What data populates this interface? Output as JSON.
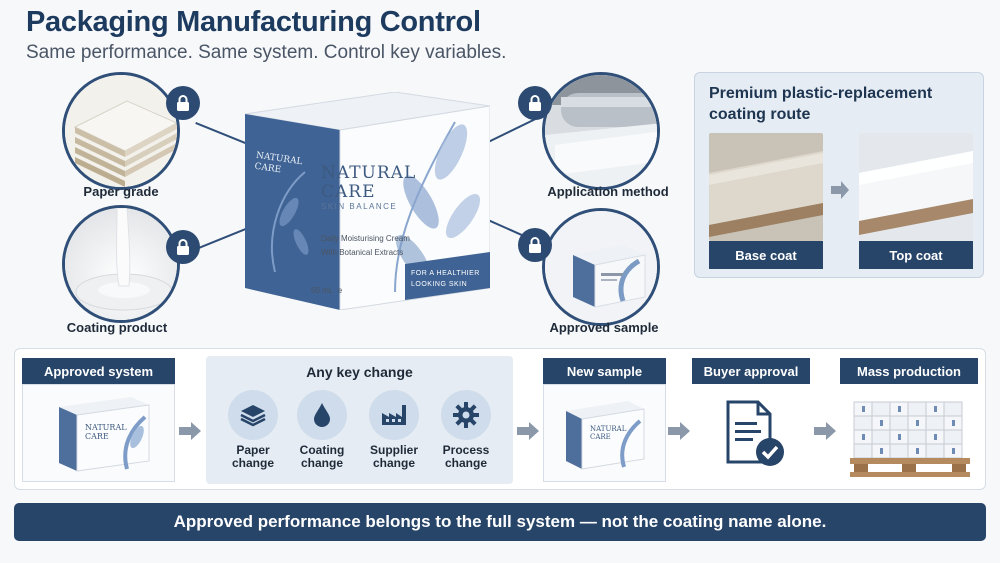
{
  "header": {
    "title": "Packaging Manufacturing Control",
    "subtitle": "Same performance. Same system. Control key variables."
  },
  "controls": {
    "paper_grade": "Paper grade",
    "coating_product": "Coating product",
    "application_method": "Application method",
    "approved_sample": "Approved sample"
  },
  "product_box": {
    "brand_line1": "NATURAL",
    "brand_line2": "CARE",
    "tagline": "SKIN BALANCE",
    "desc_line1": "Daily Moisturising Cream",
    "desc_line2": "With Botanical Extracts",
    "volume": "50 mL",
    "volume_symbol": "e",
    "slogan_line1": "FOR A HEALTHIER",
    "slogan_line2": "LOOKING SKIN",
    "side_brand_line1": "NATURAL",
    "side_brand_line2": "CARE"
  },
  "premium": {
    "title": "Premium plastic-replacement coating route",
    "base_label": "Base coat",
    "top_label": "Top coat"
  },
  "process": {
    "approved_system": "Approved system",
    "any_key_change": "Any key change",
    "changes": [
      {
        "line1": "Paper",
        "line2": "change"
      },
      {
        "line1": "Coating",
        "line2": "change"
      },
      {
        "line1": "Supplier",
        "line2": "change"
      },
      {
        "line1": "Process",
        "line2": "change"
      }
    ],
    "new_sample": "New sample",
    "buyer_approval": "Buyer approval",
    "mass_production": "Mass production"
  },
  "footer": {
    "message": "Approved performance belongs to the full system — not the coating name alone."
  },
  "colors": {
    "navy": "#274469",
    "circle_border": "#2f4f78",
    "panel_bg": "#e6ecf3",
    "leaf_blue": "#5a80b3"
  }
}
